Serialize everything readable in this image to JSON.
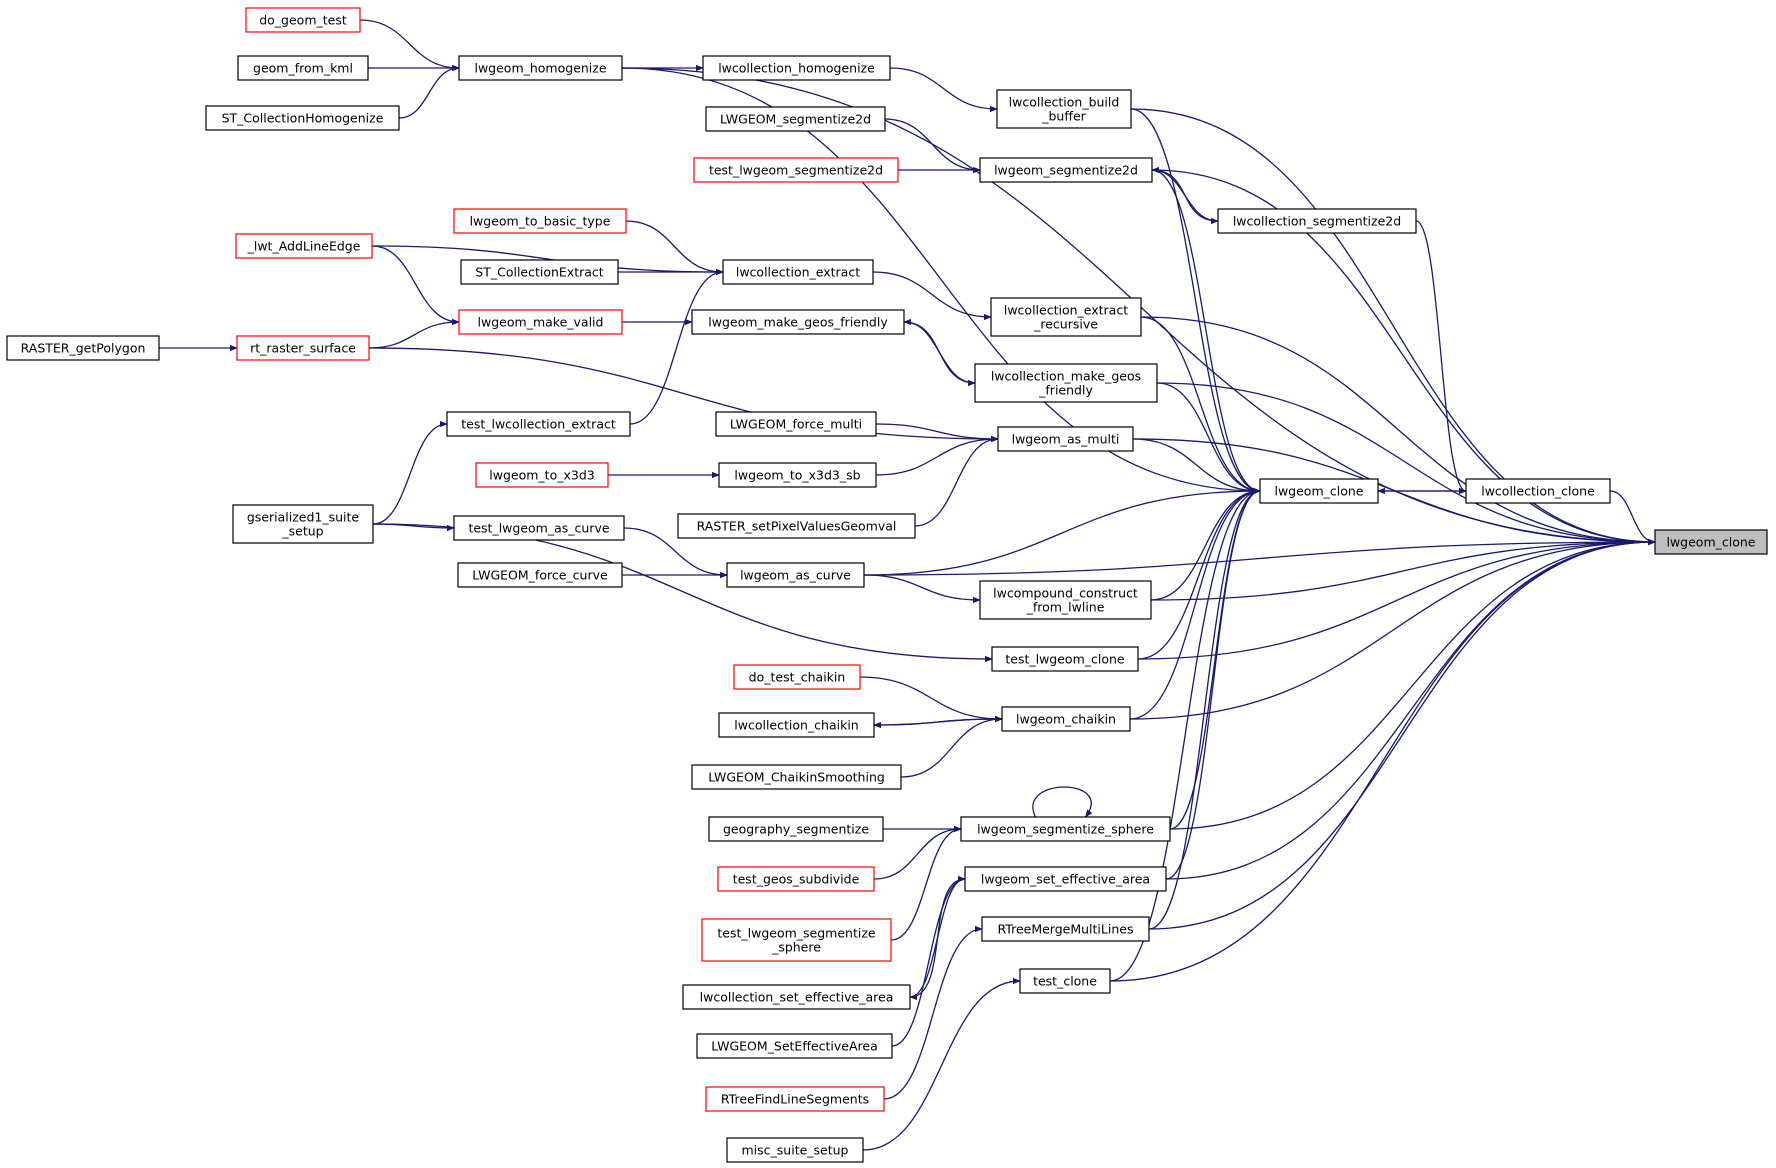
{
  "graph": {
    "nodes": [
      {
        "id": "do_geom_test",
        "lines": [
          "do_geom_test"
        ],
        "truncated": true
      },
      {
        "id": "geom_from_kml",
        "lines": [
          "geom_from_kml"
        ]
      },
      {
        "id": "ST_CollectionHomogenize",
        "lines": [
          "ST_CollectionHomogenize"
        ]
      },
      {
        "id": "lwgeom_homogenize",
        "lines": [
          "lwgeom_homogenize"
        ]
      },
      {
        "id": "lwcollection_homogenize",
        "lines": [
          "lwcollection_homogenize"
        ]
      },
      {
        "id": "lwcollection_build_buffer",
        "lines": [
          "lwcollection_build",
          "_buffer"
        ]
      },
      {
        "id": "LWGEOM_segmentize2d",
        "lines": [
          "LWGEOM_segmentize2d"
        ]
      },
      {
        "id": "test_lwgeom_segmentize2d",
        "lines": [
          "test_lwgeom_segmentize2d"
        ],
        "truncated": true
      },
      {
        "id": "lwgeom_segmentize2d",
        "lines": [
          "lwgeom_segmentize2d"
        ]
      },
      {
        "id": "lwcollection_segmentize2d",
        "lines": [
          "lwcollection_segmentize2d"
        ]
      },
      {
        "id": "_lwt_AddLineEdge",
        "lines": [
          "_lwt_AddLineEdge"
        ],
        "truncated": true
      },
      {
        "id": "lwgeom_to_basic_type",
        "lines": [
          "lwgeom_to_basic_type"
        ],
        "truncated": true
      },
      {
        "id": "ST_CollectionExtract",
        "lines": [
          "ST_CollectionExtract"
        ]
      },
      {
        "id": "lwcollection_extract",
        "lines": [
          "lwcollection_extract"
        ]
      },
      {
        "id": "lwcollection_extract_recursive",
        "lines": [
          "lwcollection_extract",
          "_recursive"
        ]
      },
      {
        "id": "RASTER_getPolygon",
        "lines": [
          "RASTER_getPolygon"
        ]
      },
      {
        "id": "rt_raster_surface",
        "lines": [
          "rt_raster_surface"
        ],
        "truncated": true
      },
      {
        "id": "lwgeom_make_valid",
        "lines": [
          "lwgeom_make_valid"
        ],
        "truncated": true
      },
      {
        "id": "lwgeom_make_geos_friendly",
        "lines": [
          "lwgeom_make_geos_friendly"
        ]
      },
      {
        "id": "lwcollection_make_geos_friendly",
        "lines": [
          "lwcollection_make_geos",
          "_friendly"
        ]
      },
      {
        "id": "test_lwcollection_extract",
        "lines": [
          "test_lwcollection_extract"
        ]
      },
      {
        "id": "LWGEOM_force_multi",
        "lines": [
          "LWGEOM_force_multi"
        ]
      },
      {
        "id": "lwgeom_as_multi",
        "lines": [
          "lwgeom_as_multi"
        ]
      },
      {
        "id": "lwgeom_to_x3d3",
        "lines": [
          "lwgeom_to_x3d3"
        ],
        "truncated": true
      },
      {
        "id": "lwgeom_to_x3d3_sb",
        "lines": [
          "lwgeom_to_x3d3_sb"
        ]
      },
      {
        "id": "RASTER_setPixelValuesGeomval",
        "lines": [
          "RASTER_setPixelValuesGeomval"
        ]
      },
      {
        "id": "lwgeom_clone",
        "lines": [
          "lwgeom_clone"
        ]
      },
      {
        "id": "lwcollection_clone",
        "lines": [
          "lwcollection_clone"
        ]
      },
      {
        "id": "lwgeom_clone_root",
        "lines": [
          "lwgeom_clone"
        ],
        "root": true
      },
      {
        "id": "gserialized1_suite_setup",
        "lines": [
          "gserialized1_suite",
          "_setup"
        ]
      },
      {
        "id": "test_lwgeom_as_curve",
        "lines": [
          "test_lwgeom_as_curve"
        ]
      },
      {
        "id": "LWGEOM_force_curve",
        "lines": [
          "LWGEOM_force_curve"
        ]
      },
      {
        "id": "lwgeom_as_curve",
        "lines": [
          "lwgeom_as_curve"
        ]
      },
      {
        "id": "lwcompound_construct_from_lwline",
        "lines": [
          "lwcompound_construct",
          "_from_lwline"
        ]
      },
      {
        "id": "test_lwgeom_clone",
        "lines": [
          "test_lwgeom_clone"
        ]
      },
      {
        "id": "do_test_chaikin",
        "lines": [
          "do_test_chaikin"
        ],
        "truncated": true
      },
      {
        "id": "lwcollection_chaikin",
        "lines": [
          "lwcollection_chaikin"
        ]
      },
      {
        "id": "lwgeom_chaikin",
        "lines": [
          "lwgeom_chaikin"
        ]
      },
      {
        "id": "LWGEOM_ChaikinSmoothing",
        "lines": [
          "LWGEOM_ChaikinSmoothing"
        ]
      },
      {
        "id": "geography_segmentize",
        "lines": [
          "geography_segmentize"
        ]
      },
      {
        "id": "lwgeom_segmentize_sphere",
        "lines": [
          "lwgeom_segmentize_sphere"
        ]
      },
      {
        "id": "test_geos_subdivide",
        "lines": [
          "test_geos_subdivide"
        ],
        "truncated": true
      },
      {
        "id": "lwgeom_set_effective_area",
        "lines": [
          "lwgeom_set_effective_area"
        ]
      },
      {
        "id": "test_lwgeom_segmentize_sphere",
        "lines": [
          "test_lwgeom_segmentize",
          "_sphere"
        ],
        "truncated": true
      },
      {
        "id": "RTreeMergeMultiLines",
        "lines": [
          "RTreeMergeMultiLines"
        ]
      },
      {
        "id": "lwcollection_set_effective_area",
        "lines": [
          "lwcollection_set_effective_area"
        ]
      },
      {
        "id": "test_clone",
        "lines": [
          "test_clone"
        ]
      },
      {
        "id": "LWGEOM_SetEffectiveArea",
        "lines": [
          "LWGEOM_SetEffectiveArea"
        ]
      },
      {
        "id": "RTreeFindLineSegments",
        "lines": [
          "RTreeFindLineSegments"
        ],
        "truncated": true
      },
      {
        "id": "misc_suite_setup",
        "lines": [
          "misc_suite_setup"
        ]
      }
    ],
    "edges": [
      {
        "from": "do_geom_test",
        "to": "lwgeom_homogenize"
      },
      {
        "from": "geom_from_kml",
        "to": "lwgeom_homogenize"
      },
      {
        "from": "ST_CollectionHomogenize",
        "to": "lwgeom_homogenize"
      },
      {
        "from": "lwgeom_homogenize",
        "to": "lwcollection_homogenize"
      },
      {
        "from": "lwgeom_homogenize",
        "to": "lwgeom_clone"
      },
      {
        "from": "lwgeom_homogenize",
        "to": "lwgeom_clone_root"
      },
      {
        "from": "lwcollection_homogenize",
        "to": "lwcollection_build_buffer"
      },
      {
        "from": "lwcollection_build_buffer",
        "to": "lwgeom_clone"
      },
      {
        "from": "lwcollection_build_buffer",
        "to": "lwgeom_clone_root"
      },
      {
        "from": "LWGEOM_segmentize2d",
        "to": "lwgeom_segmentize2d"
      },
      {
        "from": "test_lwgeom_segmentize2d",
        "to": "lwgeom_segmentize2d"
      },
      {
        "from": "lwgeom_segmentize2d",
        "to": "lwcollection_segmentize2d"
      },
      {
        "from": "lwcollection_segmentize2d",
        "to": "lwgeom_segmentize2d"
      },
      {
        "from": "lwgeom_segmentize2d",
        "to": "lwgeom_clone"
      },
      {
        "from": "lwgeom_segmentize2d",
        "to": "lwgeom_clone_root"
      },
      {
        "from": "lwcollection_segmentize2d",
        "to": "lwcollection_clone"
      },
      {
        "from": "_lwt_AddLineEdge",
        "to": "lwcollection_extract"
      },
      {
        "from": "_lwt_AddLineEdge",
        "to": "lwgeom_make_valid"
      },
      {
        "from": "lwgeom_to_basic_type",
        "to": "lwcollection_extract"
      },
      {
        "from": "ST_CollectionExtract",
        "to": "lwcollection_extract"
      },
      {
        "from": "test_lwcollection_extract",
        "to": "lwcollection_extract"
      },
      {
        "from": "lwcollection_extract",
        "to": "lwcollection_extract_recursive"
      },
      {
        "from": "lwcollection_extract_recursive",
        "to": "lwgeom_clone"
      },
      {
        "from": "lwcollection_extract_recursive",
        "to": "lwgeom_clone_root"
      },
      {
        "from": "RASTER_getPolygon",
        "to": "rt_raster_surface"
      },
      {
        "from": "rt_raster_surface",
        "to": "lwgeom_make_valid"
      },
      {
        "from": "rt_raster_surface",
        "to": "lwgeom_as_multi"
      },
      {
        "from": "lwgeom_make_valid",
        "to": "lwgeom_make_geos_friendly"
      },
      {
        "from": "lwgeom_make_geos_friendly",
        "to": "lwcollection_make_geos_friendly"
      },
      {
        "from": "lwcollection_make_geos_friendly",
        "to": "lwgeom_make_geos_friendly"
      },
      {
        "from": "lwcollection_make_geos_friendly",
        "to": "lwgeom_clone"
      },
      {
        "from": "lwcollection_make_geos_friendly",
        "to": "lwgeom_clone_root"
      },
      {
        "from": "gserialized1_suite_setup",
        "to": "test_lwcollection_extract"
      },
      {
        "from": "gserialized1_suite_setup",
        "to": "test_lwgeom_as_curve"
      },
      {
        "from": "gserialized1_suite_setup",
        "to": "test_lwgeom_clone"
      },
      {
        "from": "LWGEOM_force_multi",
        "to": "lwgeom_as_multi"
      },
      {
        "from": "lwgeom_to_x3d3",
        "to": "lwgeom_to_x3d3_sb"
      },
      {
        "from": "lwgeom_to_x3d3_sb",
        "to": "lwgeom_as_multi"
      },
      {
        "from": "RASTER_setPixelValuesGeomval",
        "to": "lwgeom_as_multi"
      },
      {
        "from": "lwgeom_as_multi",
        "to": "lwgeom_clone"
      },
      {
        "from": "lwgeom_as_multi",
        "to": "lwgeom_clone_root"
      },
      {
        "from": "lwgeom_clone",
        "to": "lwcollection_clone"
      },
      {
        "from": "lwcollection_clone",
        "to": "lwgeom_clone"
      },
      {
        "from": "lwcollection_clone",
        "to": "lwgeom_clone_root"
      },
      {
        "from": "test_lwgeom_as_curve",
        "to": "lwgeom_as_curve"
      },
      {
        "from": "LWGEOM_force_curve",
        "to": "lwgeom_as_curve"
      },
      {
        "from": "lwgeom_as_curve",
        "to": "lwgeom_clone"
      },
      {
        "from": "lwgeom_as_curve",
        "to": "lwcompound_construct_from_lwline"
      },
      {
        "from": "lwgeom_as_curve",
        "to": "lwgeom_clone_root"
      },
      {
        "from": "lwcompound_construct_from_lwline",
        "to": "lwgeom_clone"
      },
      {
        "from": "lwcompound_construct_from_lwline",
        "to": "lwgeom_clone_root"
      },
      {
        "from": "test_lwgeom_clone",
        "to": "lwgeom_clone"
      },
      {
        "from": "test_lwgeom_clone",
        "to": "lwgeom_clone_root"
      },
      {
        "from": "do_test_chaikin",
        "to": "lwgeom_chaikin"
      },
      {
        "from": "lwgeom_chaikin",
        "to": "lwcollection_chaikin"
      },
      {
        "from": "lwcollection_chaikin",
        "to": "lwgeom_chaikin"
      },
      {
        "from": "LWGEOM_ChaikinSmoothing",
        "to": "lwgeom_chaikin"
      },
      {
        "from": "lwgeom_chaikin",
        "to": "lwgeom_clone"
      },
      {
        "from": "lwgeom_chaikin",
        "to": "lwgeom_clone_root"
      },
      {
        "from": "geography_segmentize",
        "to": "lwgeom_segmentize_sphere"
      },
      {
        "from": "test_geos_subdivide",
        "to": "lwgeom_segmentize_sphere"
      },
      {
        "from": "test_lwgeom_segmentize_sphere",
        "to": "lwgeom_segmentize_sphere"
      },
      {
        "from": "lwgeom_segmentize_sphere",
        "to": "lwgeom_segmentize_sphere"
      },
      {
        "from": "lwgeom_segmentize_sphere",
        "to": "lwgeom_clone"
      },
      {
        "from": "lwgeom_segmentize_sphere",
        "to": "lwgeom_clone_root"
      },
      {
        "from": "lwgeom_set_effective_area",
        "to": "lwcollection_set_effective_area"
      },
      {
        "from": "lwcollection_set_effective_area",
        "to": "lwgeom_set_effective_area"
      },
      {
        "from": "LWGEOM_SetEffectiveArea",
        "to": "lwgeom_set_effective_area"
      },
      {
        "from": "lwgeom_set_effective_area",
        "to": "lwgeom_clone"
      },
      {
        "from": "lwgeom_set_effective_area",
        "to": "lwgeom_clone_root"
      },
      {
        "from": "RTreeFindLineSegments",
        "to": "RTreeMergeMultiLines"
      },
      {
        "from": "RTreeMergeMultiLines",
        "to": "lwgeom_clone"
      },
      {
        "from": "RTreeMergeMultiLines",
        "to": "lwgeom_clone_root"
      },
      {
        "from": "misc_suite_setup",
        "to": "test_clone"
      },
      {
        "from": "test_clone",
        "to": "lwgeom_clone"
      },
      {
        "from": "test_clone",
        "to": "lwgeom_clone_root"
      }
    ]
  }
}
